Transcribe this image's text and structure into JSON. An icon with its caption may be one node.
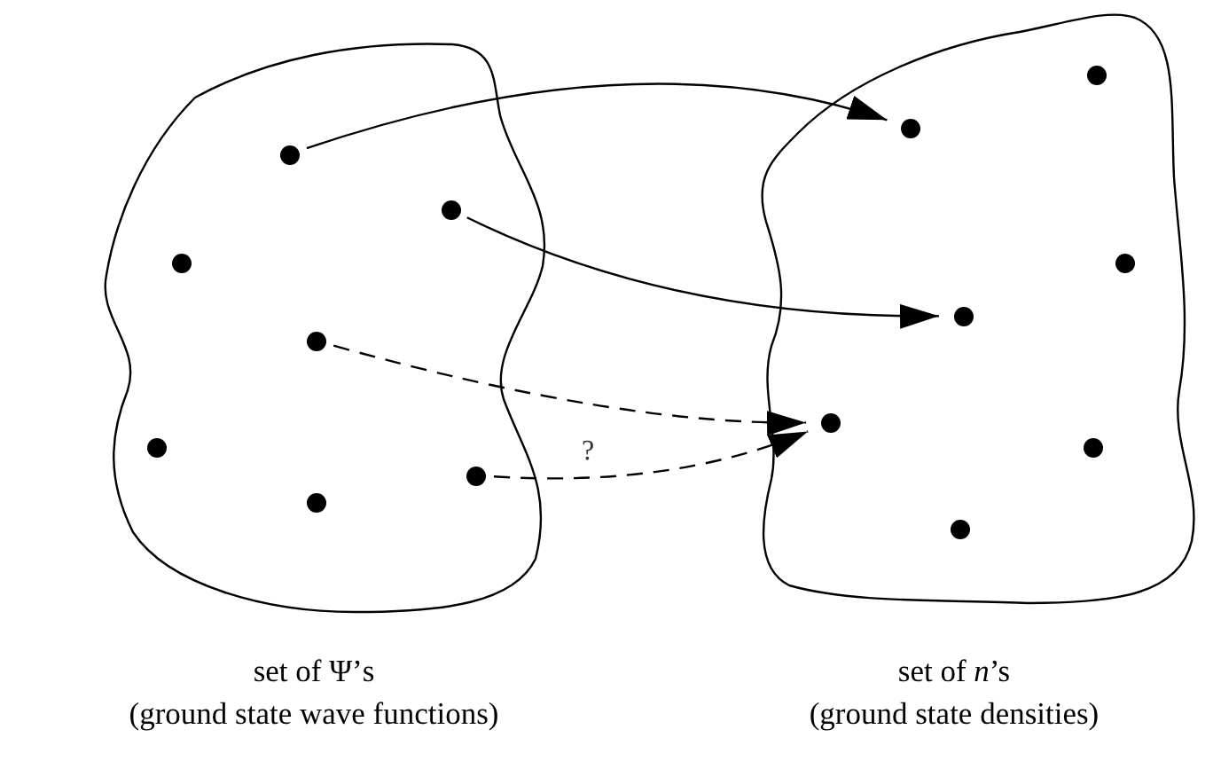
{
  "diagram": {
    "nodes": [
      {
        "text": [],
        "shape": "cloud",
        "beside": [
          "set of Ψ’s",
          "(ground state wave functions)"
        ]
      },
      {
        "text": [],
        "shape": "circle",
        "in": 0
      },
      {
        "text": [],
        "shape": "circle",
        "in": 0
      },
      {
        "text": [],
        "shape": "circle",
        "in": 0
      },
      {
        "text": [],
        "shape": "circle",
        "in": 0
      },
      {
        "text": [],
        "shape": "circle",
        "in": 0
      },
      {
        "text": [],
        "shape": "circle",
        "in": 0
      },
      {
        "text": [],
        "shape": "circle",
        "in": 0
      },
      {
        "text": [],
        "shape": "cloud",
        "beside": [
          "set of *n*’s",
          "(ground state densities)"
        ]
      },
      {
        "text": [],
        "shape": "circle",
        "in": 8
      },
      {
        "text": [],
        "shape": "circle",
        "in": 8
      },
      {
        "text": [],
        "shape": "circle",
        "in": 8
      },
      {
        "text": [],
        "shape": "circle",
        "in": 8
      },
      {
        "text": [],
        "shape": "circle",
        "in": 8
      },
      {
        "text": [],
        "shape": "circle",
        "in": 8
      },
      {
        "text": [],
        "shape": "circle",
        "in": 8
      }
    ],
    "edges": [
      {
        "from": 1,
        "to": 10,
        "arrow": "to"
      },
      {
        "from": 2,
        "to": 12,
        "arrow": "to"
      },
      {
        "from": 4,
        "to": 13,
        "arrow": "to",
        "style": "dashed"
      },
      {
        "from": 6,
        "to": 13,
        "arrow": "to",
        "style": "dashed",
        "label": "?"
      }
    ]
  }
}
